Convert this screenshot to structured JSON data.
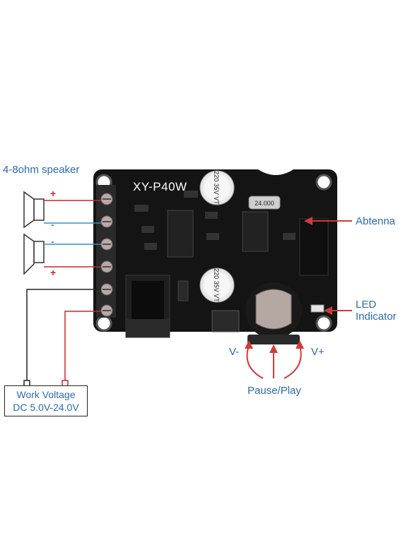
{
  "labels": {
    "speaker": "4-8ohm speaker",
    "board": "XY-P40W",
    "antenna": "Abtenna",
    "led_line1": "LED",
    "led_line2": "Indicator",
    "v_minus": "V-",
    "v_plus": "V+",
    "pause_play": "Pause/Play",
    "work_voltage_line1": "Work Voltage",
    "work_voltage_line2": "DC 5.0V-24.0V",
    "plus_1": "+",
    "minus_1": "-",
    "minus_2": "-",
    "plus_2": "+",
    "cap1_text": "220 35V VT",
    "cap2_text": "220 35V VT",
    "crystal": "24.000"
  },
  "colors": {
    "label_blue": "#2b6bb2",
    "wire_red": "#c8262c",
    "wire_blue": "#2f8fd0",
    "board": "#141414",
    "arrow_red": "#d23a3a"
  }
}
